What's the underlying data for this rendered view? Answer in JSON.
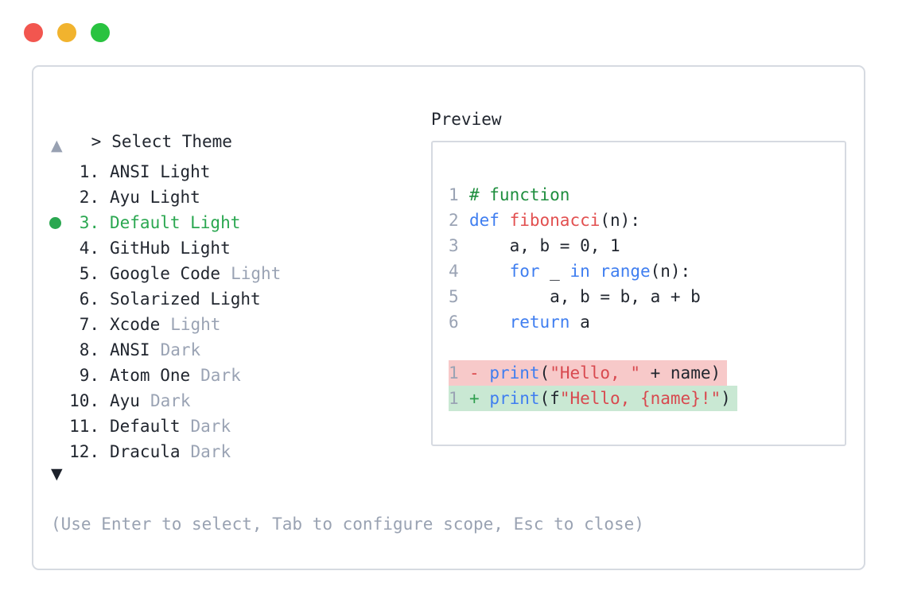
{
  "window": {
    "traffic_lights": {
      "close_color": "#f2564f",
      "minimize_color": "#f1b32e",
      "maximize_color": "#29c340"
    }
  },
  "picker": {
    "prompt_symbol": ">",
    "title": "Select Theme",
    "scroll_up_symbol": "▲",
    "scroll_down_symbol": "▼",
    "hint": "(Use Enter to select, Tab to configure scope, Esc to close)",
    "selected_number": "3",
    "items": [
      {
        "number": "1",
        "name": "ANSI Light",
        "suffix": "",
        "selected": false
      },
      {
        "number": "2",
        "name": "Ayu Light",
        "suffix": "",
        "selected": false
      },
      {
        "number": "3",
        "name": "Default Light",
        "suffix": "",
        "selected": true
      },
      {
        "number": "4",
        "name": "GitHub Light",
        "suffix": "",
        "selected": false
      },
      {
        "number": "5",
        "name": "Google Code",
        "suffix": "Light",
        "selected": false
      },
      {
        "number": "6",
        "name": "Solarized Light",
        "suffix": "",
        "selected": false
      },
      {
        "number": "7",
        "name": "Xcode",
        "suffix": "Light",
        "selected": false
      },
      {
        "number": "8",
        "name": "ANSI",
        "suffix": "Dark",
        "selected": false
      },
      {
        "number": "9",
        "name": "Atom One",
        "suffix": "Dark",
        "selected": false
      },
      {
        "number": "10",
        "name": "Ayu",
        "suffix": "Dark",
        "selected": false
      },
      {
        "number": "11",
        "name": "Default",
        "suffix": "Dark",
        "selected": false
      },
      {
        "number": "12",
        "name": "Dracula",
        "suffix": "Dark",
        "selected": false
      }
    ]
  },
  "preview": {
    "label": "Preview",
    "code_lines": [
      {
        "num": "1",
        "diff": "",
        "tokens": [
          {
            "t": "# function",
            "c": "com"
          }
        ]
      },
      {
        "num": "2",
        "diff": "",
        "tokens": [
          {
            "t": "def",
            "c": "kw"
          },
          {
            "t": " ",
            "c": "plain"
          },
          {
            "t": "fibonacci",
            "c": "fn"
          },
          {
            "t": "(n):",
            "c": "plain"
          }
        ]
      },
      {
        "num": "3",
        "diff": "",
        "tokens": [
          {
            "t": "    a, b = 0, 1",
            "c": "plain"
          }
        ]
      },
      {
        "num": "4",
        "diff": "",
        "tokens": [
          {
            "t": "    ",
            "c": "plain"
          },
          {
            "t": "for",
            "c": "kw"
          },
          {
            "t": " _ ",
            "c": "plain"
          },
          {
            "t": "in",
            "c": "kw"
          },
          {
            "t": " ",
            "c": "plain"
          },
          {
            "t": "range",
            "c": "kw"
          },
          {
            "t": "(n):",
            "c": "plain"
          }
        ]
      },
      {
        "num": "5",
        "diff": "",
        "tokens": [
          {
            "t": "        a, b = b, a + b",
            "c": "plain"
          }
        ]
      },
      {
        "num": "6",
        "diff": "",
        "tokens": [
          {
            "t": "    ",
            "c": "plain"
          },
          {
            "t": "return",
            "c": "kw"
          },
          {
            "t": " a",
            "c": "plain"
          }
        ]
      },
      {
        "num": "",
        "diff": "",
        "tokens": []
      },
      {
        "num": "1",
        "diff": "removed",
        "tokens": [
          {
            "t": "-",
            "c": "minus"
          },
          {
            "t": " ",
            "c": "plain"
          },
          {
            "t": "print",
            "c": "kw"
          },
          {
            "t": "(",
            "c": "plain"
          },
          {
            "t": "\"Hello, \"",
            "c": "str"
          },
          {
            "t": " + name)",
            "c": "plain"
          }
        ]
      },
      {
        "num": "1",
        "diff": "added",
        "tokens": [
          {
            "t": "+",
            "c": "plus"
          },
          {
            "t": " ",
            "c": "plain"
          },
          {
            "t": "print",
            "c": "kw"
          },
          {
            "t": "(f",
            "c": "plain"
          },
          {
            "t": "\"Hello, {name}!\"",
            "c": "str"
          },
          {
            "t": ")",
            "c": "plain"
          }
        ]
      }
    ]
  },
  "colors": {
    "text_dark": "#21262f",
    "text_gray": "#9aa3b4",
    "selection_green": "#2aa750",
    "border": "#d6dae1",
    "keyword_blue": "#3f7ef0",
    "function_red": "#e25050",
    "string_red": "#d8494f",
    "comment_green": "#1e8e3e",
    "diff_removed_bg": "#f7c9c9",
    "diff_added_bg": "#c9e8d3"
  }
}
